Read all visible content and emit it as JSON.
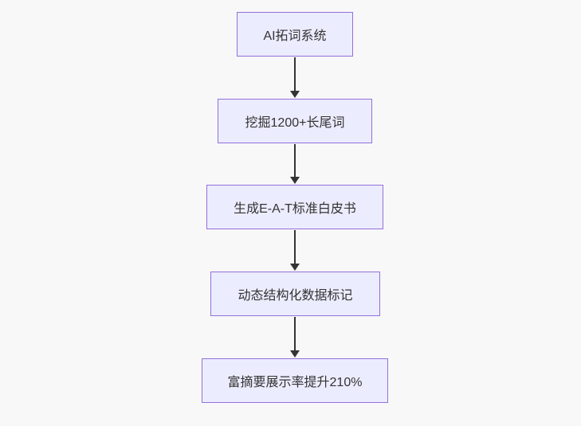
{
  "diagram": {
    "type": "flowchart",
    "direction": "top-down",
    "nodes": [
      {
        "id": "A",
        "label": "AI拓词系统"
      },
      {
        "id": "B",
        "label": "挖掘1200+长尾词"
      },
      {
        "id": "C",
        "label": "生成E-A-T标准白皮书"
      },
      {
        "id": "D",
        "label": "动态结构化数据标记"
      },
      {
        "id": "E",
        "label": "富摘要展示率提升210%"
      }
    ],
    "edges": [
      {
        "from": "A",
        "to": "B",
        "style": "arrow-down"
      },
      {
        "from": "B",
        "to": "C",
        "style": "arrow-down"
      },
      {
        "from": "C",
        "to": "D",
        "style": "arrow-down"
      },
      {
        "from": "D",
        "to": "E",
        "style": "arrow-down"
      }
    ],
    "colors": {
      "background": "#F8F8F8",
      "node_fill": "#ECECFF",
      "node_border": "#9370DB",
      "arrow": "#333333",
      "text": "#333333"
    }
  }
}
